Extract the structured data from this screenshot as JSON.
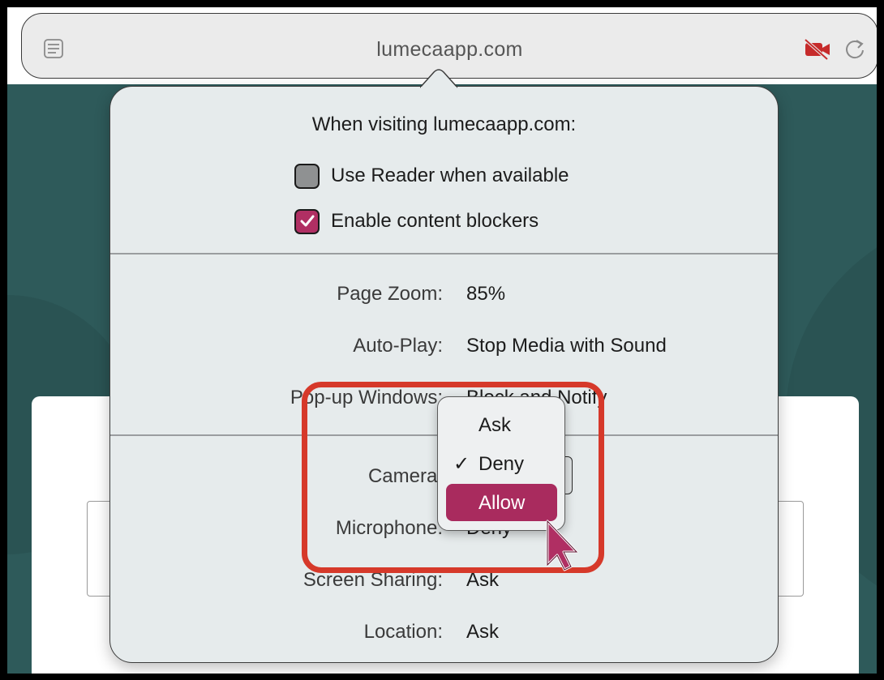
{
  "toolbar": {
    "url": "lumecaapp.com",
    "sidebar_icon": "sidebar-icon",
    "camera_icon": "camera-blocked-icon",
    "reload_icon": "reload-icon"
  },
  "popover": {
    "title": "When visiting lumecaapp.com:",
    "checkboxes": [
      {
        "label": "Use Reader when available",
        "checked": false
      },
      {
        "label": "Enable content blockers",
        "checked": true
      }
    ],
    "settings": [
      {
        "label": "Page Zoom:",
        "value": "85%"
      },
      {
        "label": "Auto-Play:",
        "value": "Stop Media with Sound"
      },
      {
        "label": "Pop-up Windows:",
        "value": "Block and Notify"
      },
      {
        "label": "Camera:",
        "value": ""
      },
      {
        "label": "Microphone:",
        "value": "Deny"
      },
      {
        "label": "Screen Sharing:",
        "value": "Ask"
      },
      {
        "label": "Location:",
        "value": "Ask"
      }
    ]
  },
  "menu": {
    "items": [
      {
        "label": "Ask",
        "checked": false,
        "highlighted": false
      },
      {
        "label": "Deny",
        "checked": true,
        "highlighted": false
      },
      {
        "label": "Allow",
        "checked": false,
        "highlighted": true
      }
    ],
    "check_glyph": "✓"
  },
  "colors": {
    "accent": "#b02f63",
    "highlight_border": "#d6392a",
    "page_background": "#2e5a5a",
    "blocked_camera": "#c62b2b"
  }
}
